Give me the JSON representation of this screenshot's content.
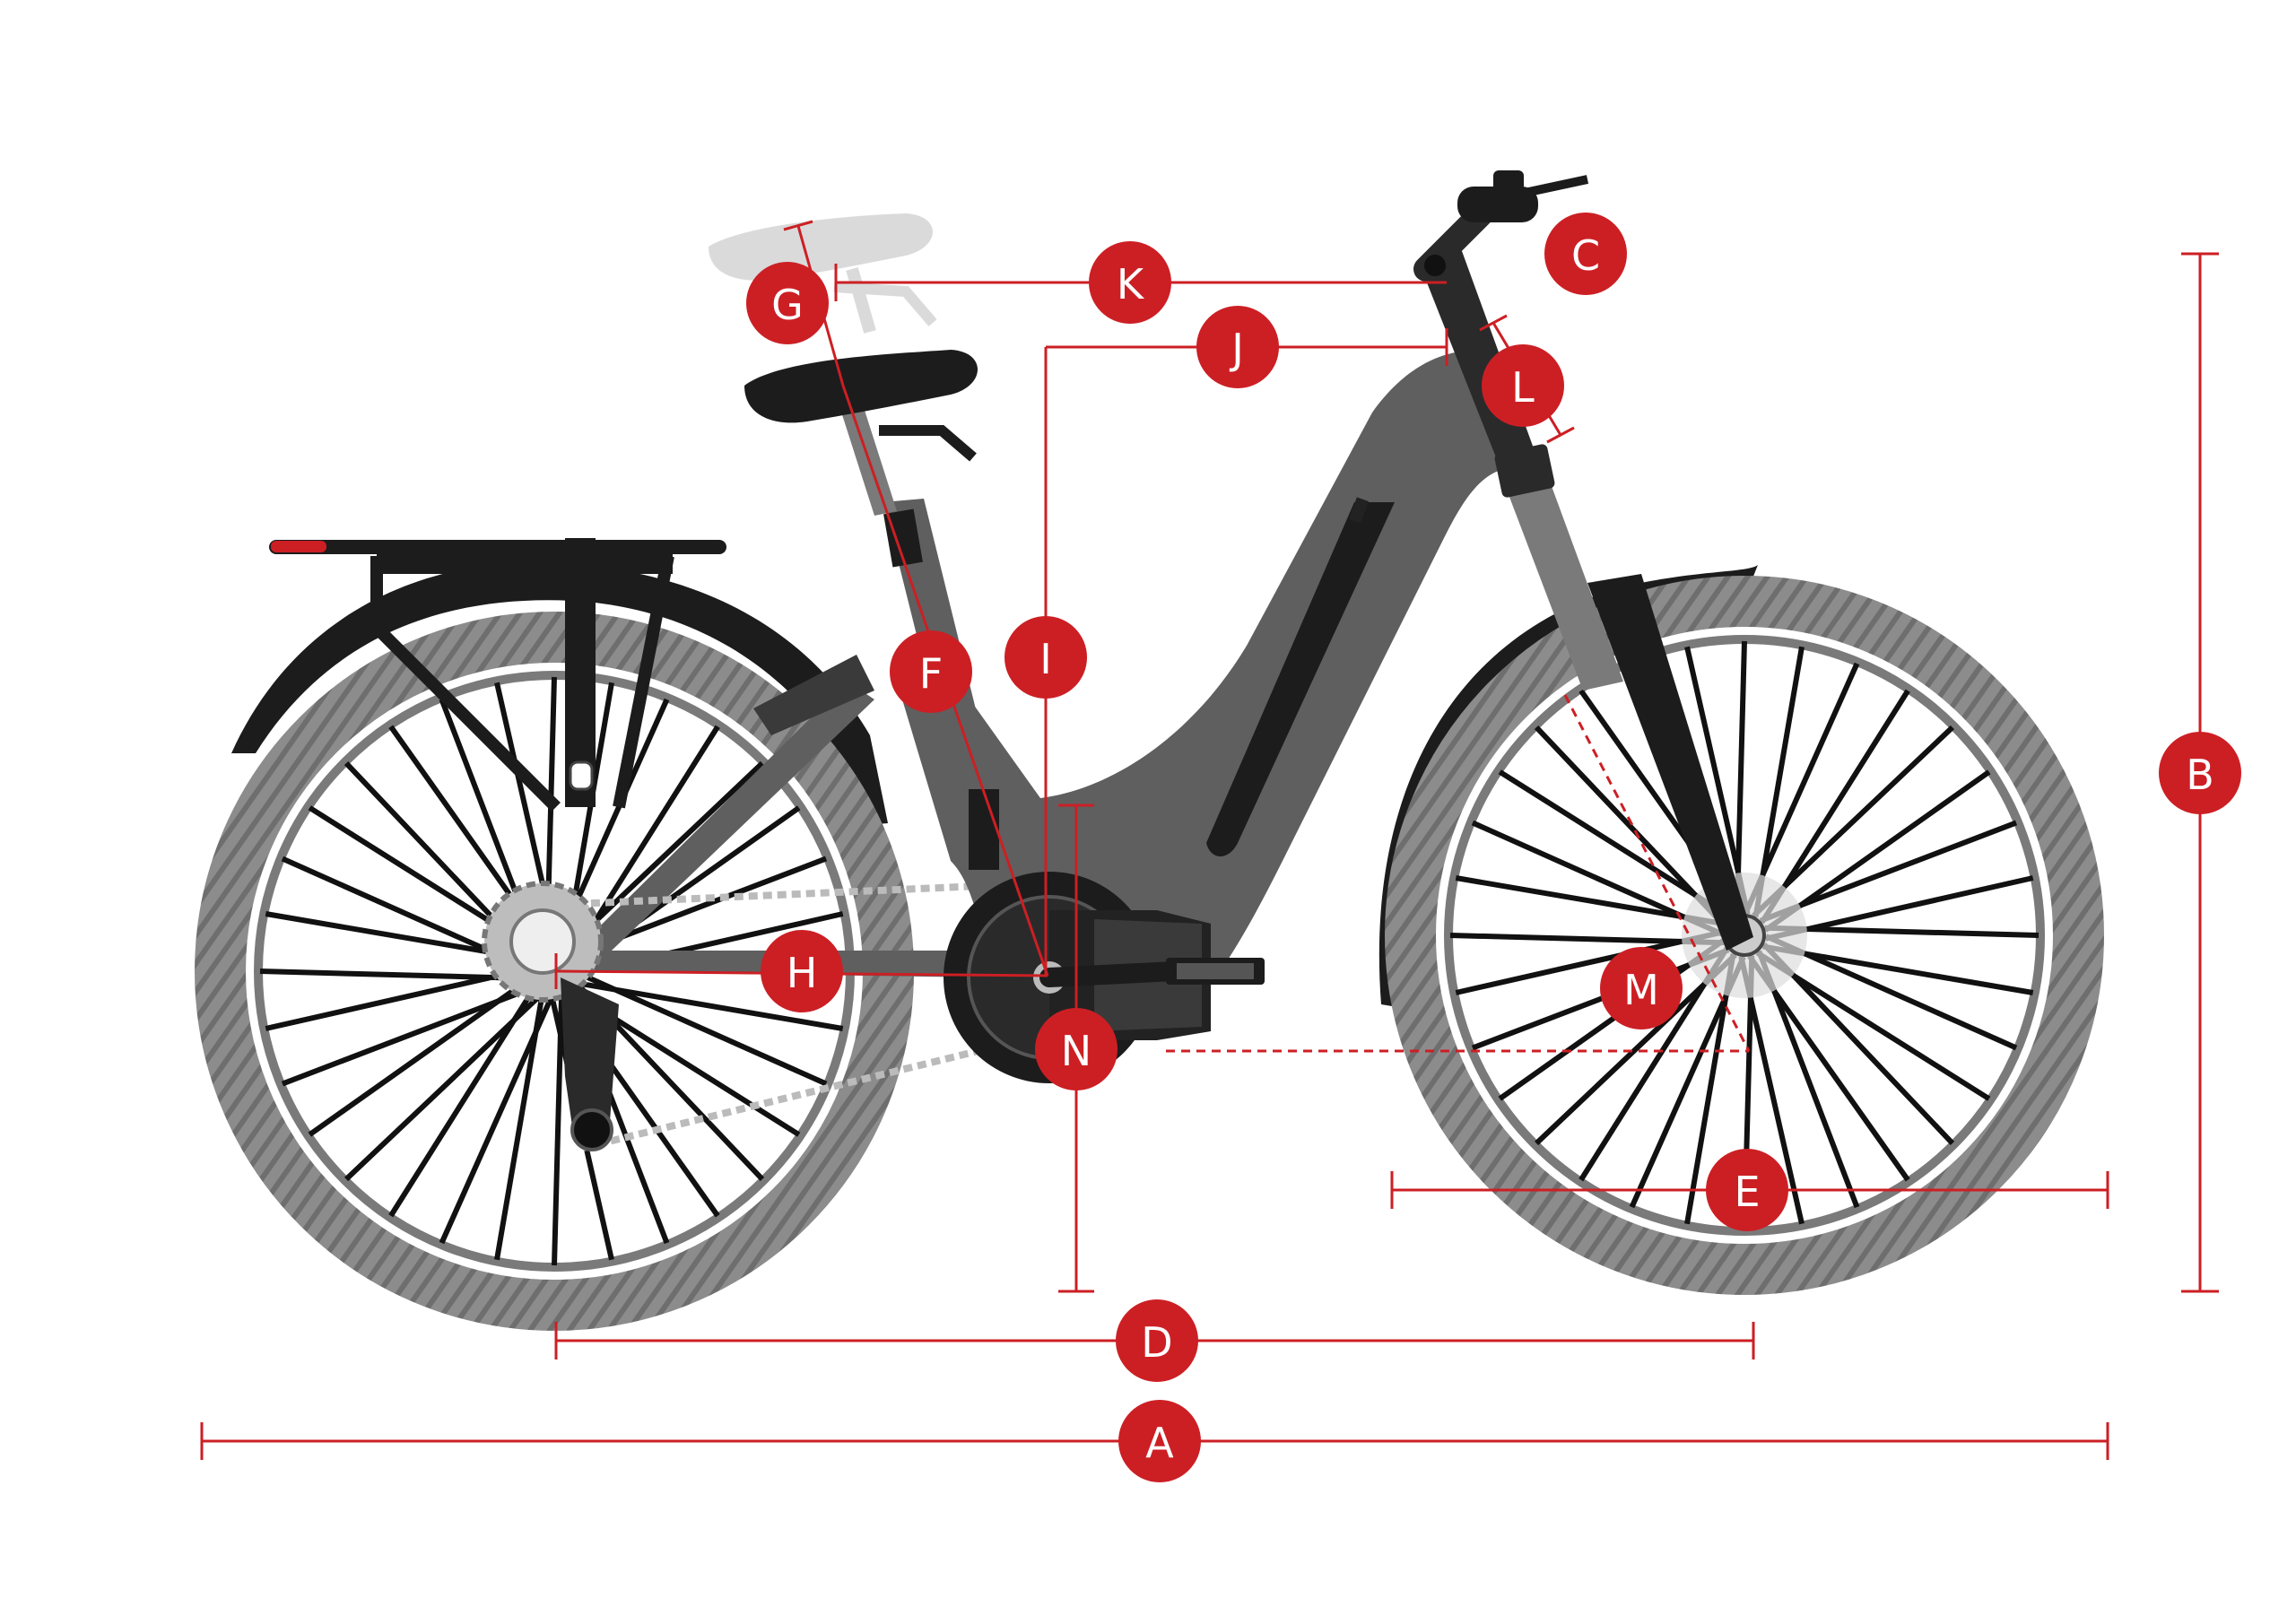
{
  "diagram": {
    "subject": "bicycle-geometry",
    "colors": {
      "accent": "#cc1f24",
      "frame": "#5f5f5f",
      "tire": "#8c8c8c",
      "black": "#1c1c1c",
      "ghost": "#d6d6d6"
    },
    "labels": {
      "A": "A",
      "B": "B",
      "C": "C",
      "D": "D",
      "E": "E",
      "F": "F",
      "G": "G",
      "H": "H",
      "I": "I",
      "J": "J",
      "K": "K",
      "L": "L",
      "M": "M",
      "N": "N"
    }
  }
}
